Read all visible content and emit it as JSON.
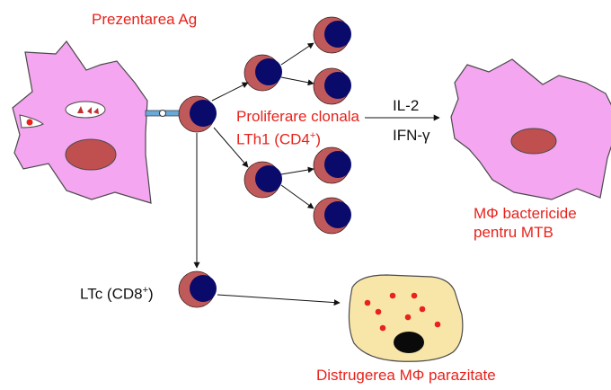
{
  "labels": {
    "title": "Prezentarea Ag",
    "proliferare_line1": "Proliferare clonala",
    "proliferare_line2_main": "LTh1 (CD4",
    "proliferare_line2_sup": "+",
    "proliferare_line2_end": ")",
    "il2": "IL-2",
    "ifn": "IFN-γ",
    "mphi_line1": "MΦ bactericide",
    "mphi_line2": "pentru MTB",
    "ltc_main": "LTc (CD8",
    "ltc_sup": "+",
    "ltc_end": ")",
    "distrugerea": "Distrugerea MΦ parazitate"
  },
  "colors": {
    "label_red": "#e8221c",
    "label_black": "#111111",
    "macrophage_pink": "#f4a6f0",
    "macrophage_outline": "#4a4a4a",
    "nucleus_brown": "#c05050",
    "cell_body": "#c05a5a",
    "cell_nucleus": "#0a0a6a",
    "infected_cell": "#f8e6a8",
    "bacteria_red": "#e8221c",
    "receptor_blue": "#6aa8d8"
  },
  "icons": {
    "macrophage": "macrophage-cell-icon",
    "lymphocyte": "lymphocyte-cell-icon",
    "infected_macrophage": "infected-macrophage-icon"
  }
}
